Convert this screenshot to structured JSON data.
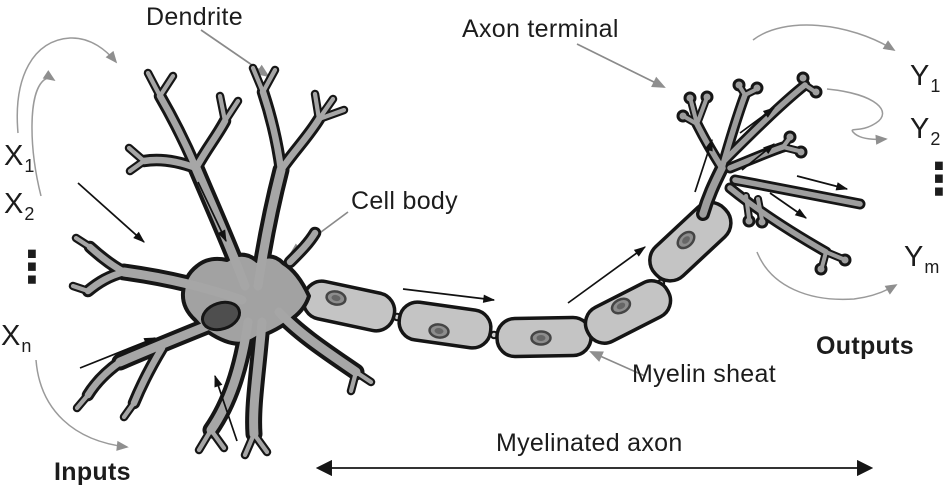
{
  "diagram": {
    "type": "biological-neuron-schematic",
    "labels": {
      "dendrite": "Dendrite",
      "axon_terminal": "Axon terminal",
      "cell_body": "Cell body",
      "myelin_sheath": "Myelin sheat",
      "myelinated_axon": "Myelinated axon",
      "inputs": "Inputs",
      "outputs": "Outputs"
    },
    "io": {
      "x1": {
        "base": "X",
        "sub": "1"
      },
      "x2": {
        "base": "X",
        "sub": "2"
      },
      "xn": {
        "base": "X",
        "sub": "n"
      },
      "y1": {
        "base": "Y",
        "sub": "1"
      },
      "y2": {
        "base": "Y",
        "sub": "2"
      },
      "ym": {
        "base": "Y",
        "sub": "m"
      },
      "ellipsis": "⋮"
    },
    "colors": {
      "background": "#ffffff",
      "outline": "#161616",
      "soma_fill": "#a2a2a2",
      "dendrite_fill": "#a6a6a6",
      "terminal_fill": "#9e9e9e",
      "myelin_fill": "#c4c4c4",
      "node_oval_fill": "#8d8d8d",
      "nucleus_fill": "#4e4e4e",
      "label_arrow_gray": "#8a8a8a",
      "curve_arrow_gray": "#9a9a9a",
      "text": "#1c1c1c"
    }
  }
}
